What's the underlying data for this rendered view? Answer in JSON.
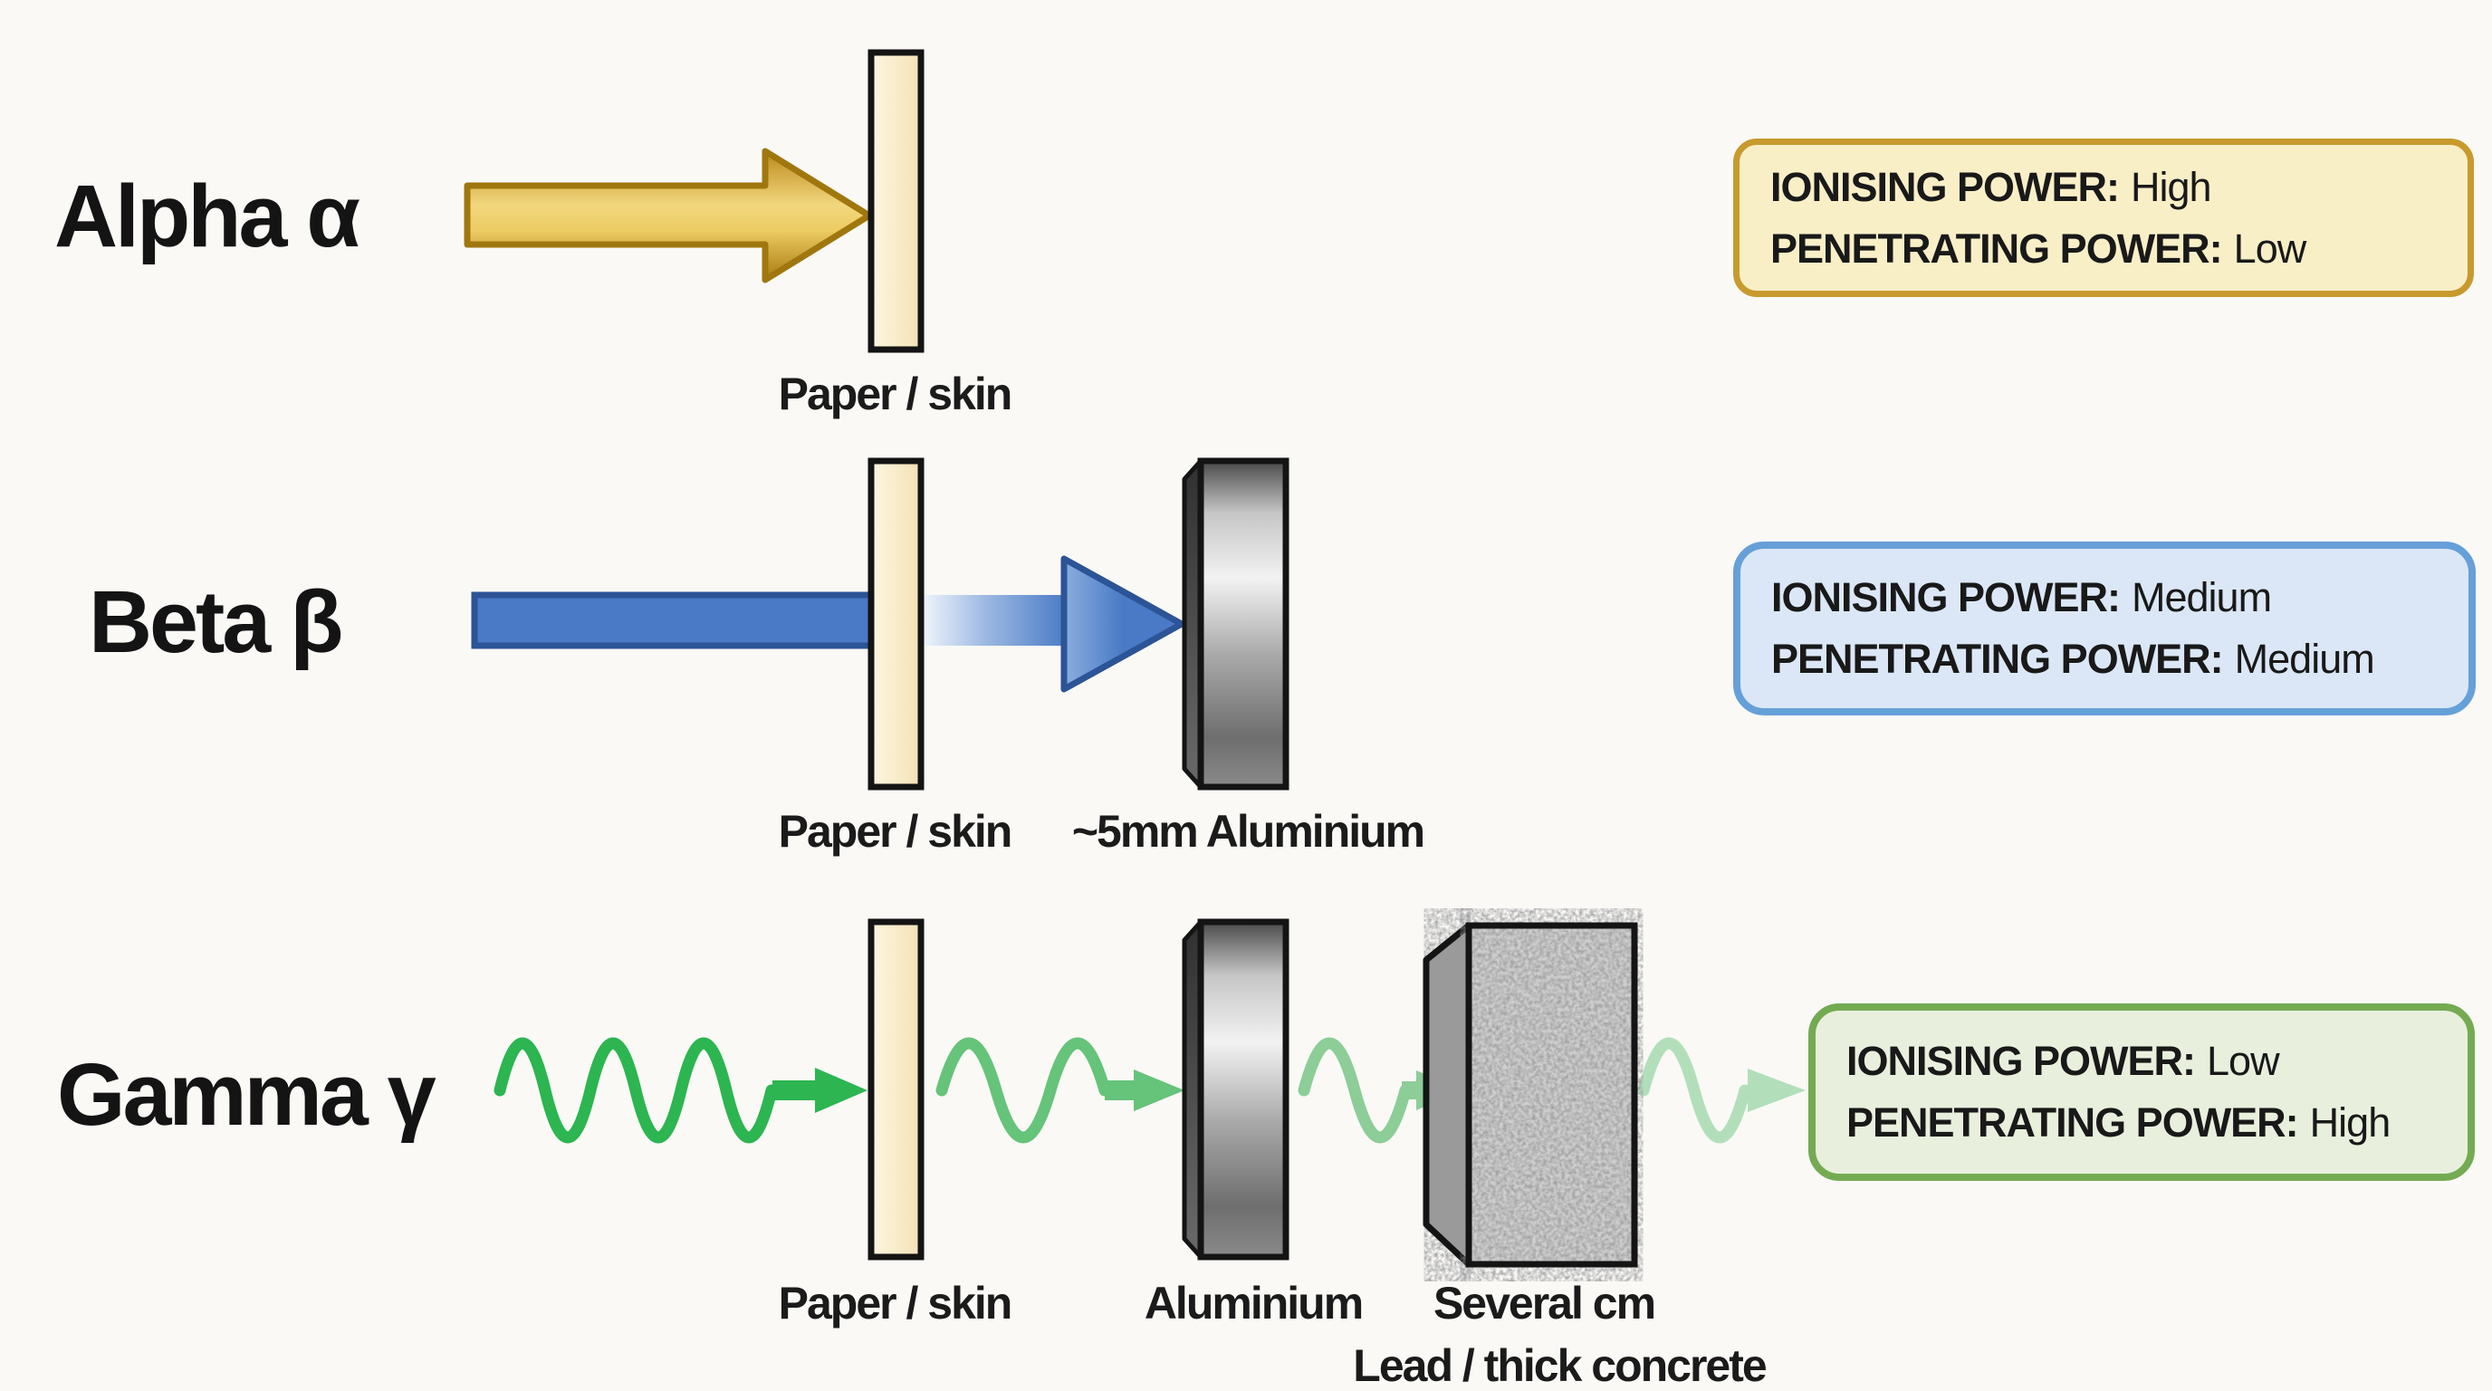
{
  "colors": {
    "background": "#faf9f6",
    "text": "#1a1a1a",
    "alpha_arrow": {
      "top": "#bb8a1b",
      "mid": "#f2d77e",
      "bottom": "#a87a10",
      "border": "#a0770e"
    },
    "beta_arrow": {
      "fill": "#4a7ac6",
      "border": "#2c5496",
      "fade_start": "#f4f8fd",
      "head_sheen": "#8aaede"
    },
    "paper": {
      "fill_light": "#fdf6e2",
      "fill": "#f8ecca",
      "fill_dark": "#f3e2b8",
      "border": "#141414"
    },
    "aluminium": {
      "dark": "#4a4a4a",
      "light": "#f2f2f2",
      "mid": "#a8a8a8",
      "bottom": "#8a8a8a",
      "border": "#141414"
    },
    "concrete": {
      "base": "#cfcfcf",
      "side": "#9a9a9a",
      "border": "#141414"
    },
    "gamma_wave": {
      "seg1": "#2cb551",
      "seg2": "#66c37a",
      "seg3": "#8ccd98",
      "seg4": "#b2dfba"
    },
    "boxes": {
      "alpha": {
        "fill": "#f9efc7",
        "border": "#c89a2e"
      },
      "beta": {
        "fill": "#dbe7f6",
        "border": "#66a0d8"
      },
      "gamma": {
        "fill": "#e8f0dd",
        "border": "#74ab52"
      }
    }
  },
  "rows": [
    {
      "label": "Alpha α",
      "captions": [
        "Paper / skin"
      ],
      "box": {
        "l1": "IONISING POWER:",
        "v1": "High",
        "l2": "PENETRATING POWER:",
        "v2": "Low"
      }
    },
    {
      "label": "Beta β",
      "captions": [
        "Paper / skin",
        "~5mm Aluminium"
      ],
      "box": {
        "l1": "IONISING POWER:",
        "v1": "Medium",
        "l2": "PENETRATING POWER:",
        "v2": "Medium"
      }
    },
    {
      "label": "Gamma γ",
      "captions": [
        "Paper / skin",
        "Aluminium",
        "Several cm",
        "Lead / thick concrete"
      ],
      "box": {
        "l1": "IONISING POWER:",
        "v1": "Low",
        "l2": "PENETRATING POWER:",
        "v2": "High"
      }
    }
  ]
}
